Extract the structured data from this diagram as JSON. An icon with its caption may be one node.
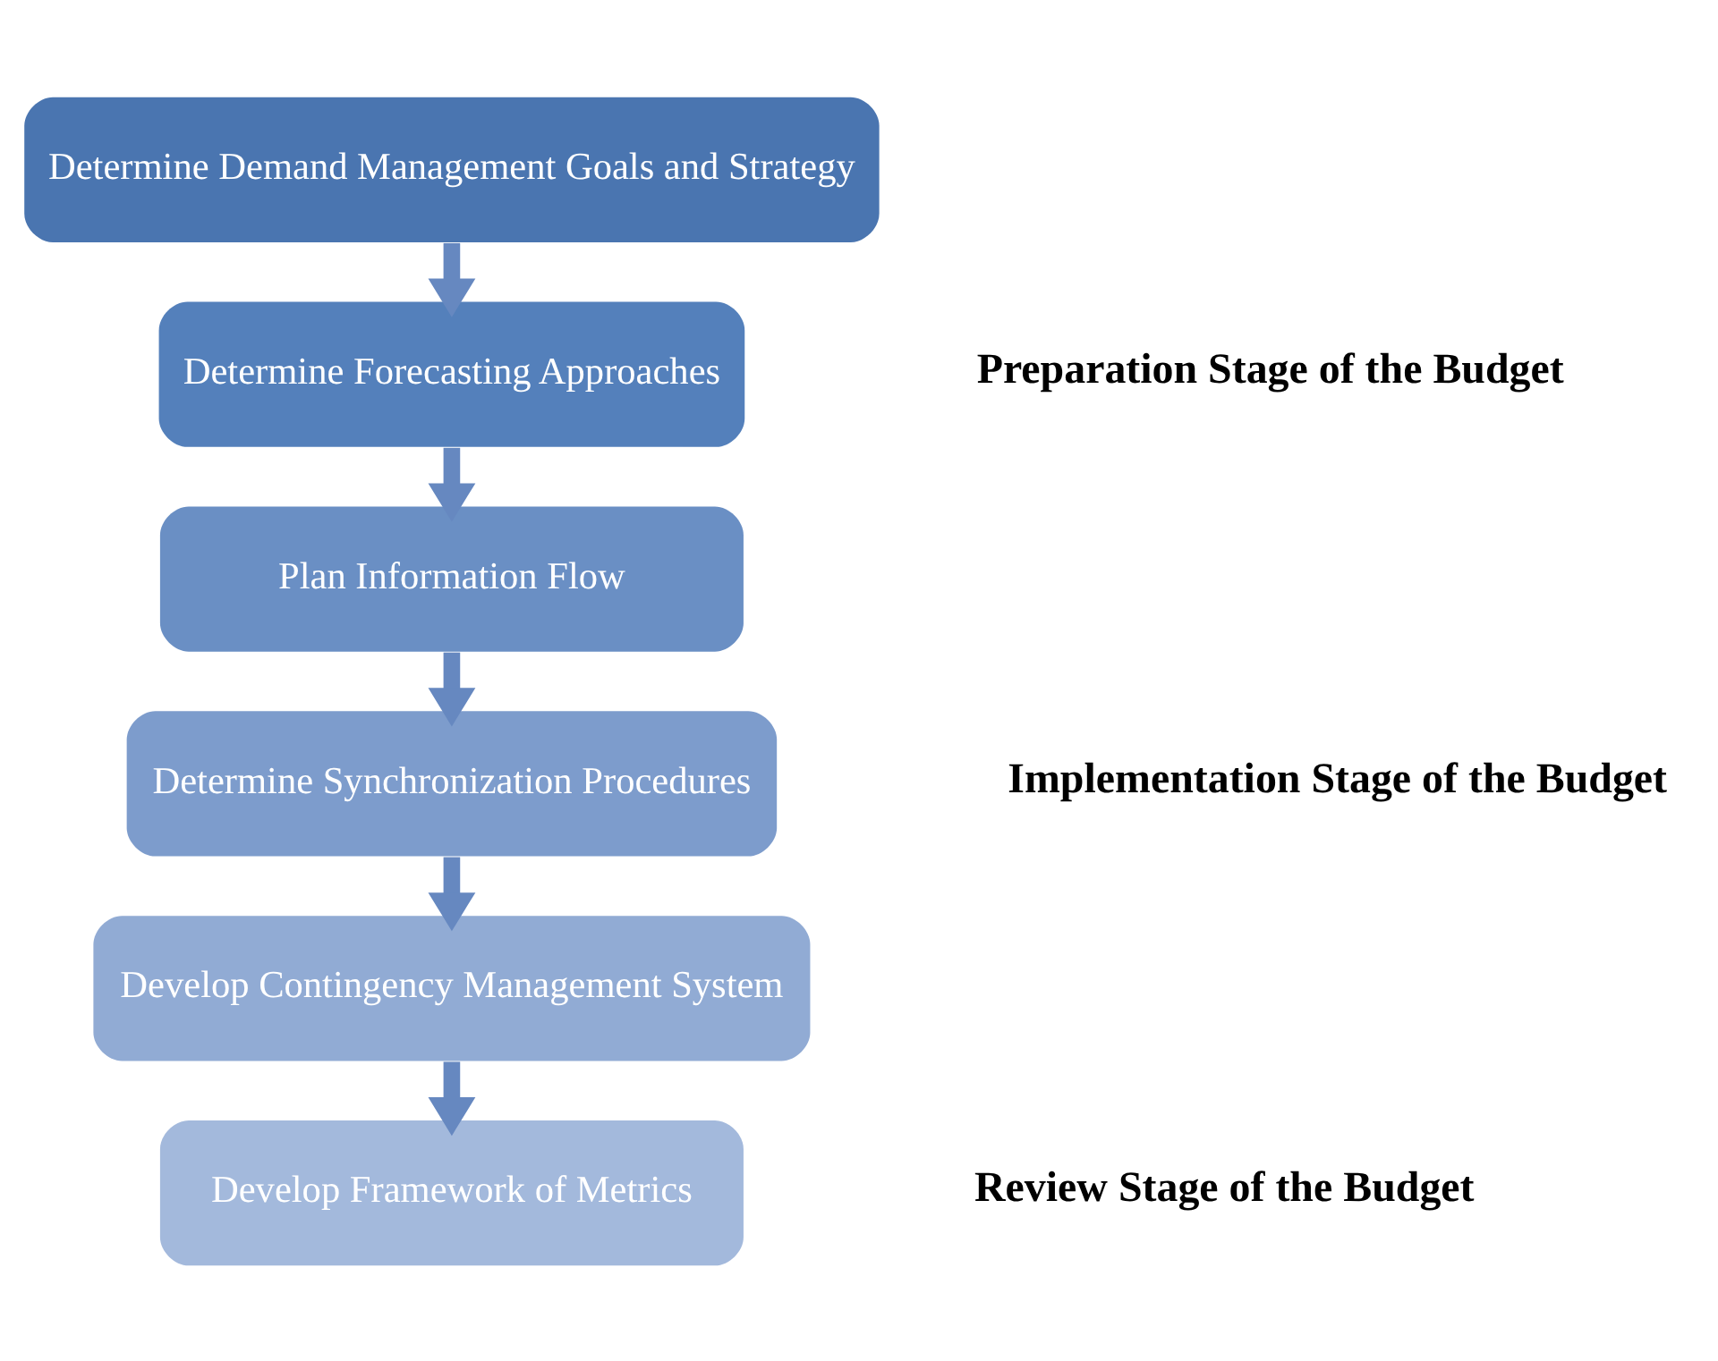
{
  "diagram": {
    "nodes": [
      {
        "text": [
          "Determine Demand Management Goals and Strategy"
        ]
      },
      {
        "text": [
          "Determine Forecasting Approaches"
        ]
      },
      {
        "text": [
          "Plan Information Flow"
        ]
      },
      {
        "text": [
          "Determine Synchronization Procedures"
        ]
      },
      {
        "text": [
          "Develop Contingency Management System"
        ]
      },
      {
        "text": [
          "Develop Framework of Metrics"
        ]
      }
    ],
    "edges": [
      {
        "from": 0,
        "to": 1,
        "arrow": "to"
      },
      {
        "from": 1,
        "to": 2,
        "arrow": "to"
      },
      {
        "from": 2,
        "to": 3,
        "arrow": "to"
      },
      {
        "from": 3,
        "to": 4,
        "arrow": "to"
      },
      {
        "from": 4,
        "to": 5,
        "arrow": "to"
      }
    ],
    "labels": [
      "Preparation Stage of the Budget",
      "Implementation Stage of the Budget",
      "Review Stage of the Budget"
    ]
  }
}
